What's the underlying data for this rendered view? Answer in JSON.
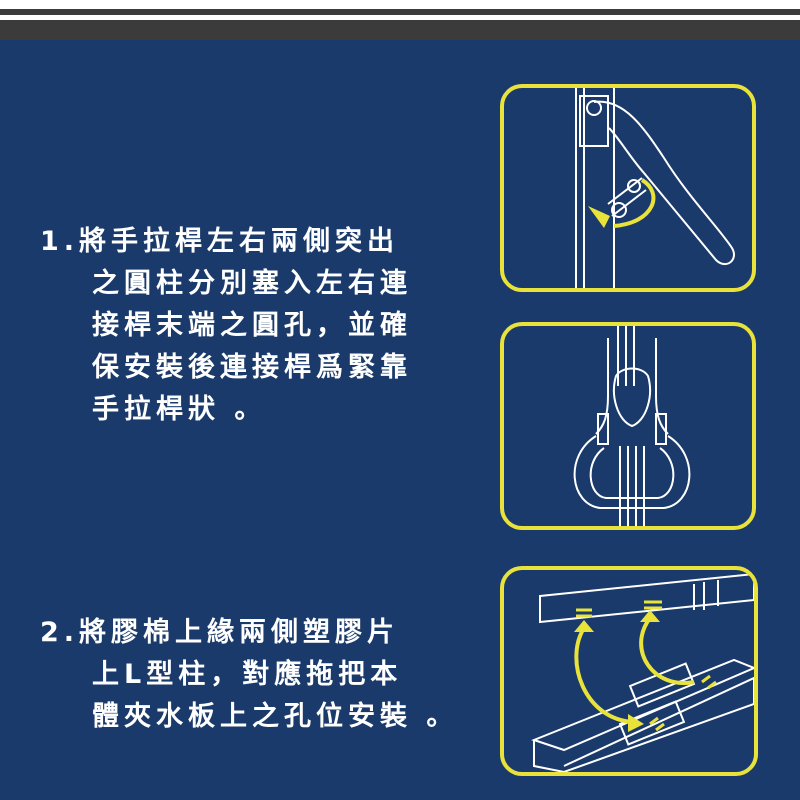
{
  "step1": {
    "lines": [
      "1.將手拉桿左右兩側突出",
      "之圓柱分別塞入左右連",
      "接桿末端之圓孔，並確",
      "保安裝後連接桿爲緊靠",
      "手拉桿狀 。"
    ]
  },
  "step2": {
    "lines": [
      "2.將膠棉上緣兩側塑膠片",
      "上L型柱，對應拖把本",
      "體夾水板上之孔位安裝 。"
    ]
  },
  "colors": {
    "background": "#1a3a6b",
    "frame": "#e8e23a",
    "text": "#ffffff"
  }
}
